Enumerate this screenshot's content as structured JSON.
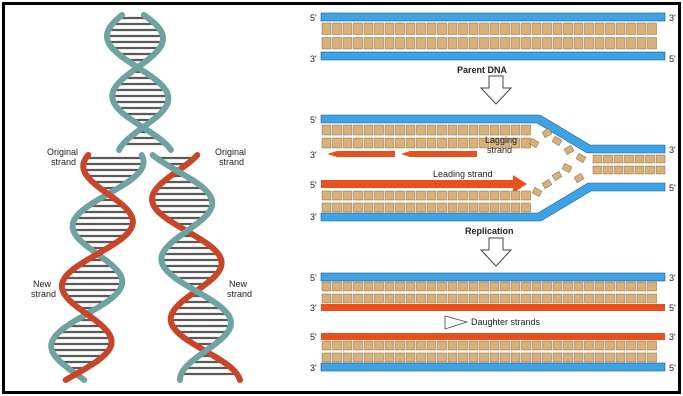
{
  "left_panel": {
    "original_strand_left": [
      "Original",
      "strand"
    ],
    "original_strand_right": [
      "Original",
      "strand"
    ],
    "new_strand_left": [
      "New",
      "strand"
    ],
    "new_strand_right": [
      "New",
      "strand"
    ]
  },
  "right_panel": {
    "parent_label": "Parent DNA",
    "lagging_label": [
      "Lagging",
      "strand"
    ],
    "leading_label": "Leading strand",
    "replication_label": "Replication",
    "daughter_label": "Daughter strands",
    "prime5": "5'",
    "prime3": "3'"
  },
  "colors": {
    "backbone_blue": "#3ea3e6",
    "new_orange": "#e8501c",
    "base_tan": "#d8b07a",
    "helix_teal": "#6fa3a0",
    "helix_red": "#c8452a"
  }
}
